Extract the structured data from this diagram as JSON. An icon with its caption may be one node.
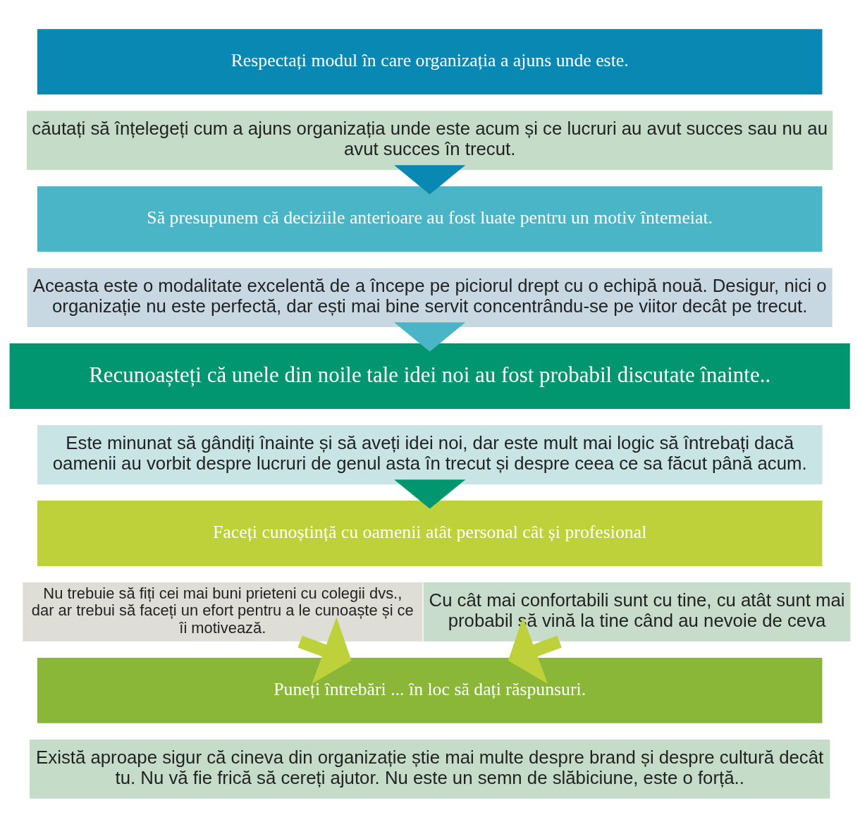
{
  "diagram": {
    "nodes": [
      {
        "text": [
          "Respectați modul în care organizația a ajuns unde este."
        ]
      },
      {
        "text": [
          "căutați să înțelegeți cum a ajuns organizația unde este acum și ce lucruri au avut succes sau nu au avut succes în trecut."
        ]
      },
      {
        "text": [
          "Să presupunem că deciziile anterioare au fost luate pentru un motiv întemeiat."
        ]
      },
      {
        "text": [
          "Aceasta este o modalitate excelentă de a începe pe piciorul drept cu o echipă nouă. Desigur, nici o organizație nu este perfectă, dar ești mai bine servit concentrându-se pe viitor decât pe trecut."
        ]
      },
      {
        "text": [
          "Recunoașteți că unele din noile tale idei noi au fost probabil discutate înainte.."
        ]
      },
      {
        "text": [
          "Este minunat să gândiți înainte și să aveți idei noi, dar este mult mai logic să întrebați dacă oamenii au vorbit despre lucruri de genul asta în trecut și despre ceea ce sa făcut până acum."
        ]
      },
      {
        "text": [
          "Faceți cunoștință cu oamenii atât personal cât și profesional"
        ]
      },
      {
        "text": [
          "Nu trebuie să fiți cei mai buni prieteni cu colegii dvs., dar ar trebui să faceți un efort pentru a le cunoaște și ce îi motivează."
        ]
      },
      {
        "text": [
          "Cu cât mai confortabili sunt cu tine, cu atât sunt mai probabil să vină la tine când au nevoie de ceva"
        ]
      },
      {
        "text": [
          "Puneți întrebări ... în loc să dați răspunsuri."
        ]
      },
      {
        "text": [
          "Există aproape sigur că cineva din organizație știe mai multe despre brand și despre cultură decât tu. Nu vă fie frică să cereți ajutor. Nu este un semn de slăbiciune, este o forță.."
        ]
      }
    ],
    "edges": [
      {
        "from": 1,
        "to": 2,
        "arrow": "to",
        "color": "#0a88b4"
      },
      {
        "from": 3,
        "to": 4,
        "arrow": "to",
        "color": "#4ab5c6"
      },
      {
        "from": 5,
        "to": 6,
        "arrow": "to",
        "color": "#029670"
      },
      {
        "from": 7,
        "to": 9,
        "arrow": "to",
        "color": "#bfd13a"
      },
      {
        "from": 8,
        "to": 9,
        "arrow": "to",
        "color": "#bfd13a"
      }
    ]
  }
}
